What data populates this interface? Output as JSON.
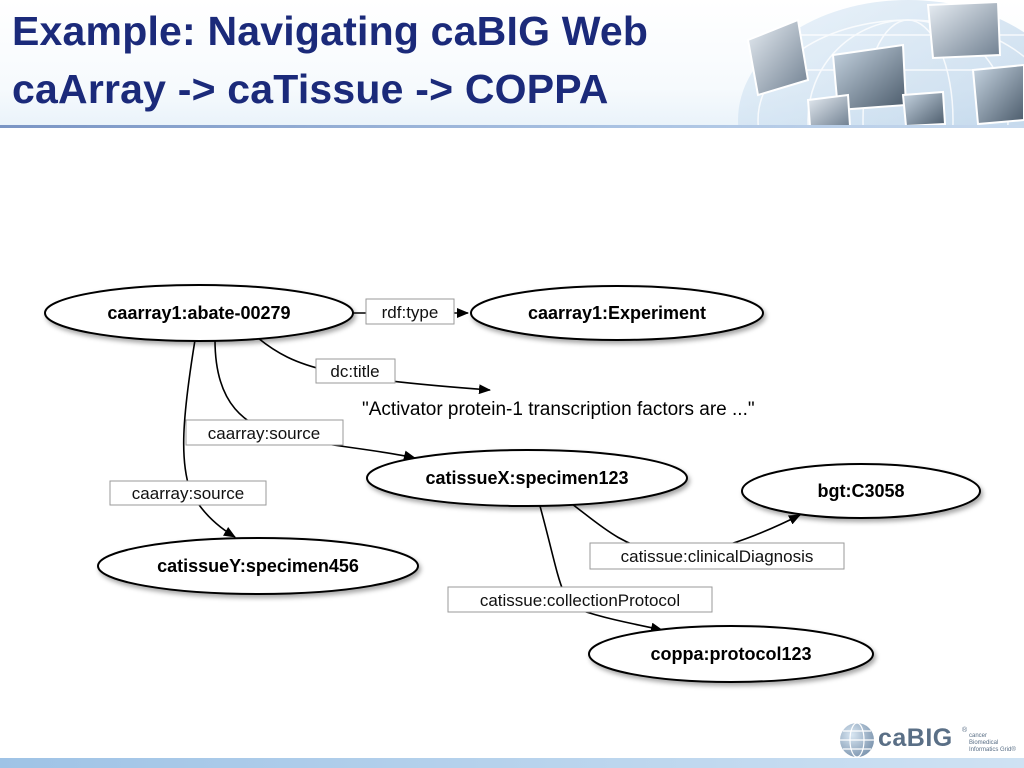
{
  "slide": {
    "title_line1": "Example: Navigating caBIG Web",
    "title_line2": "caArray -> caTissue -> COPPA",
    "title_color": "#1b2a7a"
  },
  "diagram": {
    "nodes": {
      "abate": "caarray1:abate-00279",
      "experiment": "caarray1:Experiment",
      "specimen123": "catissueX:specimen123",
      "specimen456": "catissueY:specimen456",
      "c3058": "bgt:C3058",
      "protocol123": "coppa:protocol123"
    },
    "literal": "\"Activator protein-1 transcription factors are ...\"",
    "edges": {
      "rdf_type": "rdf:type",
      "dc_title": "dc:title",
      "source_1": "caarray:source",
      "source_2": "caarray:source",
      "clinical_diagnosis": "catissue:clinicalDiagnosis",
      "collection_protocol": "catissue:collectionProtocol"
    }
  },
  "footer": {
    "logo_text": "caBIG",
    "logo_registered": "®",
    "logo_tagline": "cancer Biomedical Informatics Grid®",
    "icon": "globe-icon"
  }
}
